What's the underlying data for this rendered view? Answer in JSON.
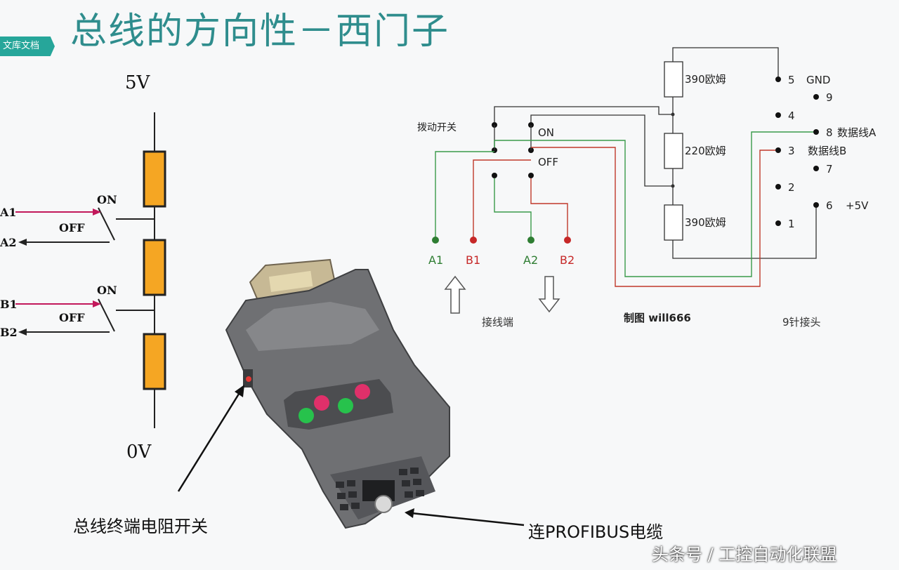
{
  "title": "总线的方向性－西门子",
  "tag_label": "文库文档",
  "left_diagram": {
    "top_voltage": "5V",
    "bottom_voltage": "0V",
    "switches": [
      {
        "on": "ON",
        "off": "OFF",
        "in": "A1",
        "out": "A2"
      },
      {
        "on": "ON",
        "off": "OFF",
        "in": "B1",
        "out": "B2"
      }
    ]
  },
  "captions": {
    "terminal_switch": "总线终端电阻开关",
    "cable": "连PROFIBUS电缆"
  },
  "schematic": {
    "switch_label": "拨动开关",
    "on": "ON",
    "off": "OFF",
    "resistors": [
      "390欧姆",
      "220欧姆",
      "390欧姆"
    ],
    "terminals": [
      "A1",
      "B1",
      "A2",
      "B2"
    ],
    "terminal_caption": "接线端",
    "credit": "制图 will666",
    "connector_caption": "9针接头",
    "pins": [
      {
        "num": "5",
        "label": "GND"
      },
      {
        "num": "9",
        "label": ""
      },
      {
        "num": "4",
        "label": ""
      },
      {
        "num": "8",
        "label": "数据线A"
      },
      {
        "num": "3",
        "label": "数据线B"
      },
      {
        "num": "7",
        "label": ""
      },
      {
        "num": "2",
        "label": ""
      },
      {
        "num": "6",
        "label": "+5V"
      },
      {
        "num": "1",
        "label": ""
      }
    ]
  },
  "watermark": "头条号 / 工控自动化联盟",
  "colors": {
    "title": "#2f8d8d",
    "resistor": "#f5a623",
    "green_wire": "#3a9a4a",
    "red_wire": "#c0392b"
  }
}
